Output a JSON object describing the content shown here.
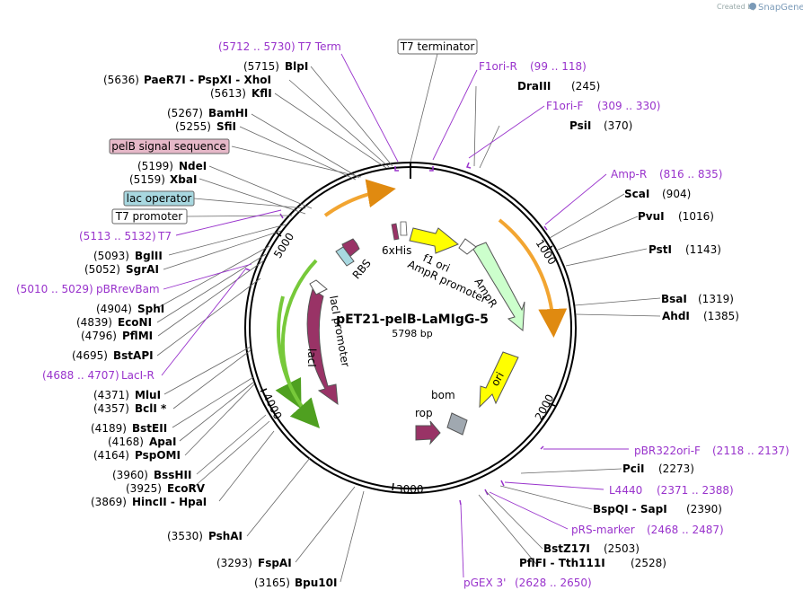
{
  "credit": {
    "created_by": "Created by",
    "brand": "SnapGene"
  },
  "plasmid": {
    "name": "pET21-pelB-LaMIgG-5",
    "size": "5798 bp"
  },
  "ticks": [
    "1000",
    "2000",
    "3000",
    "4000",
    "5000"
  ],
  "boxed_labels": {
    "t7_terminator": "T7 terminator",
    "pelb": "pelB signal sequence",
    "lac_operator": "lac operator",
    "t7_promoter": "T7 promoter"
  },
  "primers": {
    "t7term": {
      "name": "T7 Term",
      "range": "(5712 .. 5730)"
    },
    "f1ori_r": {
      "name": "F1ori-R",
      "range": "(99 .. 118)"
    },
    "f1ori_f": {
      "name": "F1ori-F",
      "range": "(309 .. 330)"
    },
    "amp_r": {
      "name": "Amp-R",
      "range": "(816 .. 835)"
    },
    "t7": {
      "name": "T7",
      "range": "(5113 .. 5132)"
    },
    "pbrrevbam": {
      "name": "pBRrevBam",
      "range": "(5010 .. 5029)"
    },
    "laci_r": {
      "name": "LacI-R",
      "range": "(4688 .. 4707)"
    },
    "pbr322ori_f": {
      "name": "pBR322ori-F",
      "range": "(2118 .. 2137)"
    },
    "l4440": {
      "name": "L4440",
      "range": "(2371 .. 2388)"
    },
    "prs_marker": {
      "name": "pRS-marker",
      "range": "(2468 .. 2487)"
    },
    "pgex3": {
      "name": "pGEX 3'",
      "range": "(2628 .. 2650)"
    }
  },
  "sites": {
    "blpi": {
      "pos": "(5715)",
      "name": "BlpI"
    },
    "paer7i": {
      "pos": "(5636)",
      "name": "PaeR7I  - PspXI  - XhoI"
    },
    "kfli": {
      "pos": "(5613)",
      "name": "KflI"
    },
    "bamhi": {
      "pos": "(5267)",
      "name": "BamHI"
    },
    "sfii": {
      "pos": "(5255)",
      "name": "SfiI"
    },
    "ndei": {
      "pos": "(5199)",
      "name": "NdeI"
    },
    "xbai": {
      "pos": "(5159)",
      "name": "XbaI"
    },
    "bglii": {
      "pos": "(5093)",
      "name": "BglII"
    },
    "sgrai": {
      "pos": "(5052)",
      "name": "SgrAI"
    },
    "sphi": {
      "pos": "(4904)",
      "name": "SphI"
    },
    "econi": {
      "pos": "(4839)",
      "name": "EcoNI"
    },
    "pflmi": {
      "pos": "(4796)",
      "name": "PflMI"
    },
    "bstapi": {
      "pos": "(4695)",
      "name": "BstAPI"
    },
    "mlui": {
      "pos": "(4371)",
      "name": "MluI"
    },
    "bcli": {
      "pos": "(4357)",
      "name": "BclI *"
    },
    "bsteii": {
      "pos": "(4189)",
      "name": "BstEII"
    },
    "apai": {
      "pos": "(4168)",
      "name": "ApaI"
    },
    "pspomi": {
      "pos": "(4164)",
      "name": "PspOMI"
    },
    "bsshii": {
      "pos": "(3960)",
      "name": "BssHII"
    },
    "ecorv": {
      "pos": "(3925)",
      "name": "EcoRV"
    },
    "hincii": {
      "pos": "(3869)",
      "name": "HincII  - HpaI"
    },
    "pshai": {
      "pos": "(3530)",
      "name": "PshAI"
    },
    "fspai": {
      "pos": "(3293)",
      "name": "FspAI"
    },
    "bpu10i": {
      "pos": "(3165)",
      "name": "Bpu10I"
    },
    "draiii": {
      "name": "DraIII",
      "pos": "(245)"
    },
    "psii": {
      "name": "PsiI",
      "pos": "(370)"
    },
    "scai": {
      "name": "ScaI",
      "pos": "(904)"
    },
    "pvui": {
      "name": "PvuI",
      "pos": "(1016)"
    },
    "psti": {
      "name": "PstI",
      "pos": "(1143)"
    },
    "bsai": {
      "name": "BsaI",
      "pos": "(1319)"
    },
    "ahdi": {
      "name": "AhdI",
      "pos": "(1385)"
    },
    "pcii": {
      "name": "PciI",
      "pos": "(2273)"
    },
    "bspqi": {
      "name": "BspQI  - SapI",
      "pos": "(2390)"
    },
    "bstz17i": {
      "name": "BstZ17I",
      "pos": "(2503)"
    },
    "pflfi": {
      "name": "PflFI  - Tth111I",
      "pos": "(2528)"
    }
  },
  "features": {
    "sixhis": "6xHis",
    "f1ori": "f1 ori",
    "ampr_promoter": "AmpR promoter",
    "ampr": "AmpR",
    "ori": "ori",
    "bom": "bom",
    "rop": "rop",
    "laci": "lacI",
    "laci_promoter": "lacI promoter",
    "rbs": "RBS"
  },
  "colors": {
    "primer": "#9933cc",
    "orf_orange": "#f2a531",
    "orf_green": "#77c93a",
    "f1ori": "#ffff00",
    "ampr": "#ccffcc",
    "laci": "#993366",
    "pelb": "#e6b8c8",
    "lac_operator": "#a8d8e0"
  }
}
